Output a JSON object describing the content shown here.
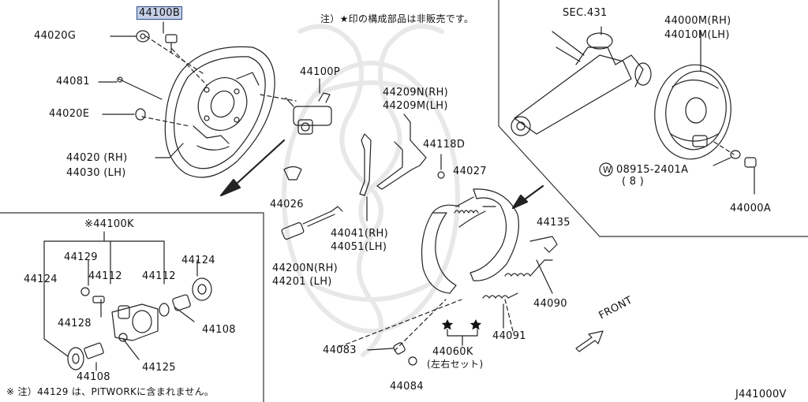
{
  "labels": {
    "p44100B": "44100B",
    "p44020G": "44020G",
    "p44081": "44081",
    "p44020E": "44020E",
    "p44020_rh": "44020 (RH)",
    "p44030_lh": "44030 (LH)",
    "p44100P": "44100P",
    "p44026": "44026",
    "p44209N": "44209N(RH)",
    "p44209M": "44209M(LH)",
    "p44118D": "44118D",
    "p44027": "44027",
    "p44041": "44041(RH)",
    "p44051": "44051(LH)",
    "p44200N": "44200N(RH)",
    "p44201": "44201  (LH)",
    "p44135": "44135",
    "p44090": "44090",
    "p44091": "44091",
    "p44083": "44083",
    "p44060K": "44060K",
    "p44060K_sub": "(左右セット)",
    "p44084": "44084",
    "sec431": "SEC.431",
    "p44000M": "44000M(RH)",
    "p44010M": "44010M(LH)",
    "washer_w": "W",
    "washer_no": "08915-2401A",
    "washer_qty": "( 8 )",
    "p44000A": "44000A",
    "kit_title": "※44100K",
    "k44129": "44129",
    "k44124_left": "44124",
    "k44112_left": "44112",
    "k44112_right": "44112",
    "k44124_right": "44124",
    "k44128": "44128",
    "k44108_right": "44108",
    "k44108_bottom": "44108",
    "k44125": "44125",
    "front": "FRONT",
    "note_top": "注）★印の構成部品は非販売です。",
    "note_bottom": "※ 注）44129 は、PITWORKに含まれません。",
    "diagram_code": "J441000V"
  },
  "colors": {
    "highlight": "#c3cfe6",
    "highlight_border": "#2d4d8d",
    "ink": "#111111"
  }
}
